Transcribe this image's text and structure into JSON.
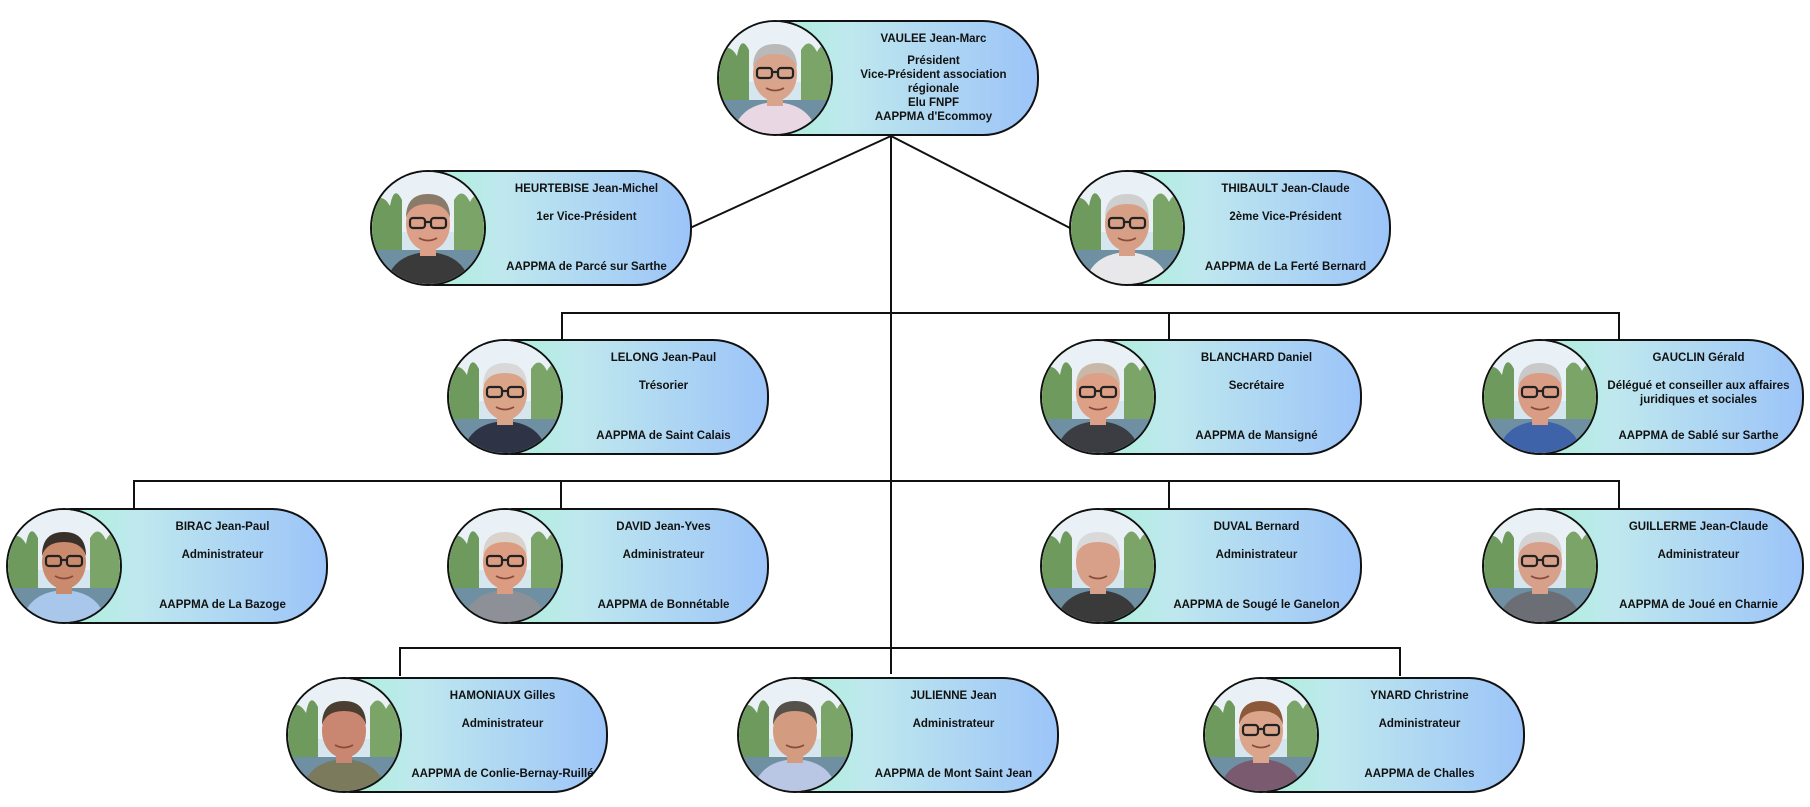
{
  "members": [
    {
      "id": "vaulee",
      "name": "VAULEE Jean-Marc",
      "role": "Président\nVice-Président association régionale\nElu FNPF",
      "aappma": "AAPPMA d'Ecommoy",
      "shirt": "#e9d7e3",
      "hair": "#b9b9b9",
      "skin": "#d9a48c",
      "glasses": true
    },
    {
      "id": "heurtebise",
      "name": "HEURTEBISE Jean-Michel",
      "role": "1er Vice-Président",
      "aappma": "AAPPMA de Parcé sur Sarthe",
      "shirt": "#3a3a3a",
      "hair": "#8a7a6a",
      "skin": "#dc9f88",
      "glasses": true
    },
    {
      "id": "thibault",
      "name": "THIBAULT Jean-Claude",
      "role": "2ème Vice-Président",
      "aappma": "AAPPMA de La Ferté Bernard",
      "shirt": "#e8e8ea",
      "hair": "#cfcfcf",
      "skin": "#d7a086",
      "glasses": true
    },
    {
      "id": "lelong",
      "name": "LELONG Jean-Paul",
      "role": "Trésorier",
      "aappma": "AAPPMA de Saint Calais",
      "shirt": "#2e3446",
      "hair": "#d8d8d8",
      "skin": "#d9a488",
      "glasses": true
    },
    {
      "id": "blanchard",
      "name": "BLANCHARD Daniel",
      "role": "Secrétaire",
      "aappma": "AAPPMA de Mansigné",
      "shirt": "#3b3d42",
      "hair": "#c9b8a8",
      "skin": "#dda086",
      "glasses": true
    },
    {
      "id": "gauclin",
      "name": "GAUCLIN Gérald",
      "role": "Délégué et conseiller aux affaires juridiques et sociales",
      "aappma": "AAPPMA de Sablé sur Sarthe",
      "shirt": "#3e63a8",
      "hair": "#c9c9c9",
      "skin": "#d99c84",
      "glasses": true
    },
    {
      "id": "birac",
      "name": "BIRAC Jean-Paul",
      "role": "Administrateur",
      "aappma": "AAPPMA de La Bazoge",
      "shirt": "#a9c7ea",
      "hair": "#3a302a",
      "skin": "#c98a6e",
      "glasses": true
    },
    {
      "id": "david",
      "name": "DAVID Jean-Yves",
      "role": "Administrateur",
      "aappma": "AAPPMA de Bonnétable",
      "shirt": "#8d9096",
      "hair": "#d9d3cb",
      "skin": "#dc9c82",
      "glasses": true
    },
    {
      "id": "duval",
      "name": "DUVAL Bernard",
      "role": "Administrateur",
      "aappma": "AAPPMA de Sougé le Ganelon",
      "shirt": "#3a3a3a",
      "hair": "#d9d9d9",
      "skin": "#d8a088",
      "glasses": false
    },
    {
      "id": "guillerme",
      "name": "GUILLERME Jean-Claude",
      "role": "Administrateur",
      "aappma": "AAPPMA de Joué en Charnie",
      "shirt": "#6b6e74",
      "hair": "#d4d4d4",
      "skin": "#d6a08a",
      "glasses": true
    },
    {
      "id": "hamoniaux",
      "name": "HAMONIAUX Gilles",
      "role": "Administrateur",
      "aappma": "AAPPMA de Conlie-Bernay-Ruillé",
      "shirt": "#7b7a5c",
      "hair": "#4a3e30",
      "skin": "#c98670",
      "glasses": false
    },
    {
      "id": "julienne",
      "name": "JULIENNE Jean",
      "role": "Administrateur",
      "aappma": "AAPPMA de Mont Saint Jean",
      "shirt": "#b9c6e4",
      "hair": "#555049",
      "skin": "#d39b80",
      "glasses": false
    },
    {
      "id": "ynard",
      "name": "YNARD Christrine",
      "role": "Administrateur",
      "aappma": "AAPPMA de Challes",
      "shirt": "#7a5a6e",
      "hair": "#8c5a3a",
      "skin": "#dba58c",
      "glasses": true
    }
  ]
}
